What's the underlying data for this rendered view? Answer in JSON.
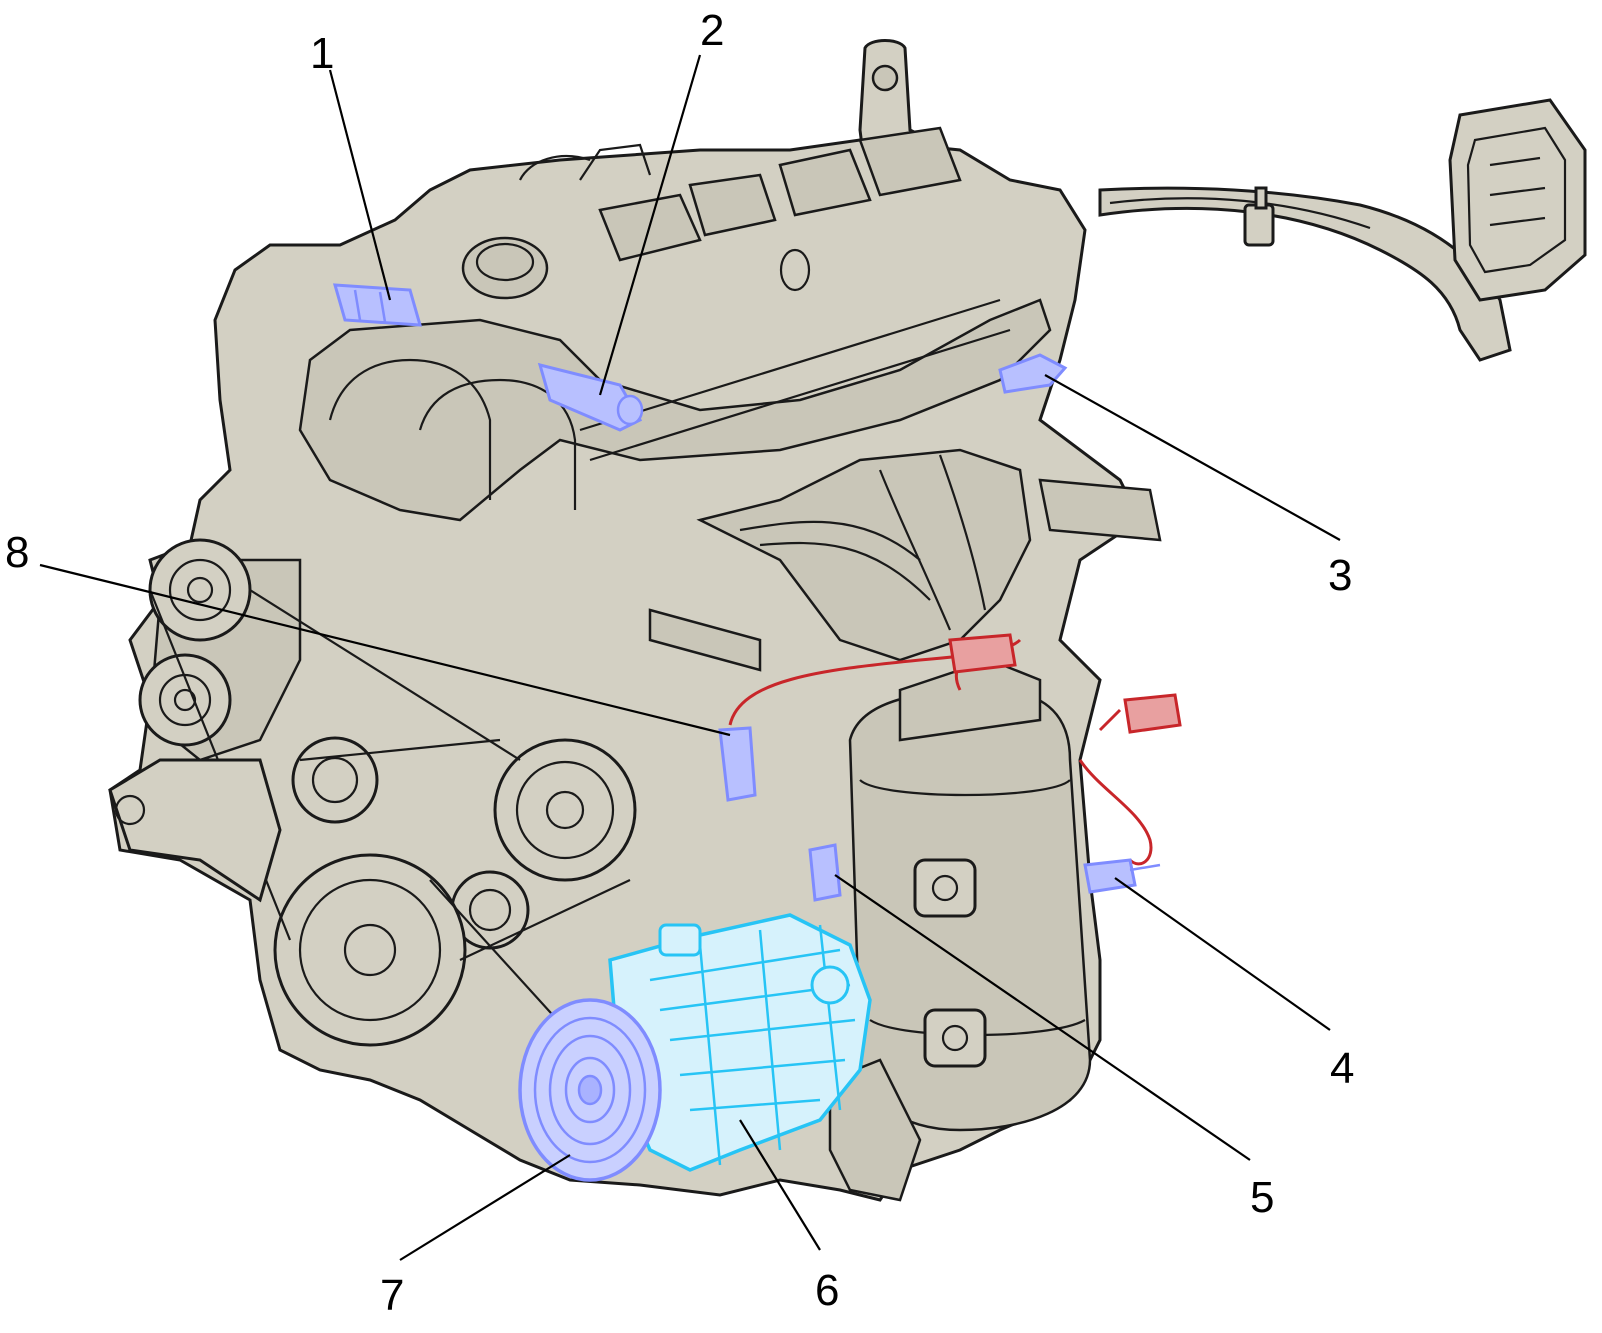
{
  "colors": {
    "background": "#ffffff",
    "engine": "#d3d0c3",
    "outline": "#1a1a1a",
    "sensor_highlight": "#7f8cff",
    "wire_highlight": "#c8262a",
    "compressor_highlight": "#27c4f5"
  },
  "callouts": [
    {
      "id": "1",
      "label": "1"
    },
    {
      "id": "2",
      "label": "2"
    },
    {
      "id": "3",
      "label": "3"
    },
    {
      "id": "4",
      "label": "4"
    },
    {
      "id": "5",
      "label": "5"
    },
    {
      "id": "6",
      "label": "6"
    },
    {
      "id": "7",
      "label": "7"
    },
    {
      "id": "8",
      "label": "8"
    }
  ]
}
